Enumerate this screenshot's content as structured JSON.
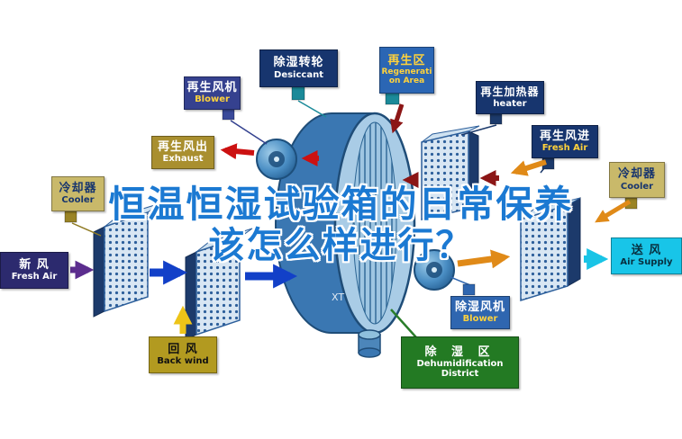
{
  "title": {
    "line1": "恒温恒湿试验箱的日常保养",
    "line2": "该怎么样进行？"
  },
  "rotor": {
    "watermark": "XT"
  },
  "labels": {
    "desiccant": {
      "zh": "除湿转轮",
      "en": "Desiccant"
    },
    "regeneration_area": {
      "zh": "再生区",
      "en": "Regenerati on Area"
    },
    "regen_blower": {
      "zh": "再生风机",
      "en": "Blower"
    },
    "regen_heater": {
      "zh": "再生加热器",
      "en": "heater"
    },
    "regen_air_out": {
      "zh": "再生风出",
      "en": "Exhaust"
    },
    "regen_air_in": {
      "zh": "再生风进",
      "en": "Fresh Air"
    },
    "cooler_left": {
      "zh": "冷却器",
      "en": "Cooler"
    },
    "cooler_right": {
      "zh": "冷却器",
      "en": "Cooler"
    },
    "fresh_air": {
      "zh": "新 风",
      "en": "Fresh Air"
    },
    "back_wind": {
      "zh": "回 风",
      "en": "Back wind"
    },
    "dehumid_blower": {
      "zh": "除湿风机",
      "en": "Blower"
    },
    "air_supply": {
      "zh": "送 风",
      "en": "Air Supply"
    },
    "dehumid_district": {
      "zh": "除 湿 区",
      "en_line1": "Dehumidification",
      "en_line2": "District"
    }
  },
  "colors": {
    "title_blue": "#1b79d2",
    "rotor_body": "#3a77b2",
    "rotor_face": "#a9cce6",
    "navy_box": "#17356e",
    "indigo_box": "#35418f",
    "blue_box": "#2f66b0",
    "mid_blue_box": "#2b66b4",
    "khaki_box": "#c9b96a",
    "gold_box": "#b29a20",
    "olive_box": "#a98f2f",
    "purple_box": "#2c2a6e",
    "cyan_box": "#18c5e8",
    "green_box": "#237a23",
    "yellow_text": "#ffd23c",
    "arrow_blue": "#1240c8",
    "arrow_purple": "#5b2d8e",
    "arrow_yellow": "#edc418",
    "arrow_orange": "#e08a18",
    "arrow_red": "#cc1111",
    "arrow_darkred": "#8c1616",
    "arrow_cyan": "#19c4e6",
    "connector_teal": "#1b8a99"
  }
}
